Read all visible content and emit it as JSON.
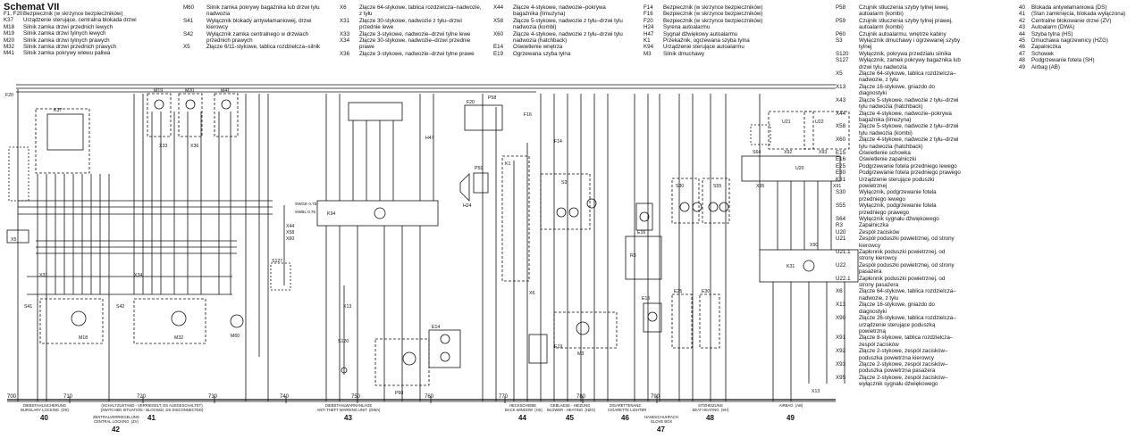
{
  "title": "Schemat VII",
  "legend_col1": [
    {
      "code": "F1, F20",
      "desc": "Bezpiecznik (w skrzynce bezpieczników)"
    },
    {
      "code": "K37",
      "desc": "Urządzenie sterujące, centralna blokada drzwi"
    },
    {
      "code": "M18",
      "desc": "Silnik zamka drzwi przednich lewych"
    },
    {
      "code": "M19",
      "desc": "Silnik zamka drzwi tylnych lewych"
    },
    {
      "code": "M20",
      "desc": "Silnik zamka drzwi tylnych prawych"
    },
    {
      "code": "M32",
      "desc": "Silnik zamka drzwi przednich prawych"
    },
    {
      "code": "M41",
      "desc": "Silnik zamka pokrywy wlewu paliwa"
    }
  ],
  "legend_col2": [
    {
      "code": "M60",
      "desc": "Silnik zamka pokrywy bagażnika lub drzwi tylu nadwozia"
    },
    {
      "code": "S41",
      "desc": "Wyłącznik blokady antywłamaniowej, drzwi kierowcy"
    },
    {
      "code": "S42",
      "desc": "Wyłącznik zamka centralnego w drzwiach przednich prawych"
    },
    {
      "code": "X5",
      "desc": "Złącze 6/11-stykowe, tablica rozdzielcza–silnik"
    }
  ],
  "legend_col3": [
    {
      "code": "X6",
      "desc": "Złącze 64-stykowe, tablica rozdzielcza–nadwozie, z tyłu"
    },
    {
      "code": "X31",
      "desc": "Złącze 30-stykowe, nadwozie z tyłu–drzwi przednie lewe"
    },
    {
      "code": "X33",
      "desc": "Złącze 3-stykowe, nadwozie–drzwi tylne lewe"
    },
    {
      "code": "X34",
      "desc": "Złącze 30-stykowe, nadwozie–drzwi przednie prawe"
    },
    {
      "code": "X36",
      "desc": "Złącze 3-stykowe, nadwozie–drzwi tylne prawe"
    }
  ],
  "legend_col4": [
    {
      "code": "X44",
      "desc": "Złącze 4-stykowe, nadwozie–pokrywa bagażnika (limuzyna)"
    },
    {
      "code": "X58",
      "desc": "Złącze 5-stykowe, nadwozie z tyłu–drzwi tylu nadwozia (kombi)"
    },
    {
      "code": "X60",
      "desc": "Złącze 4-stykowe, nadwozie z tyłu–drzwi tylu nadwozia (hatchback)"
    },
    {
      "code": "E14",
      "desc": "Oświetlenie wnętrza"
    },
    {
      "code": "E19",
      "desc": "Ogrzewana szyba tylna"
    }
  ],
  "legend_col5": [
    {
      "code": "F14",
      "desc": "Bezpiecznik (w skrzynce bezpieczników)"
    },
    {
      "code": "F16",
      "desc": "Bezpiecznik (w skrzynce bezpieczników)"
    },
    {
      "code": "F20",
      "desc": "Bezpiecznik (w skrzynce bezpieczników)"
    },
    {
      "code": "H24",
      "desc": "Syrena autoalarmu"
    },
    {
      "code": "H47",
      "desc": "Sygnał dźwiękowy autoalarmu"
    },
    {
      "code": "K1",
      "desc": "Przekaźnik, ogrzewana szyba tylna"
    },
    {
      "code": "K94",
      "desc": "Urządzenie sterujące autoalarmu"
    },
    {
      "code": "M3",
      "desc": "Silnik dmuchawy"
    }
  ],
  "legend_col6": [
    {
      "code": "P58",
      "desc": "Czujnik stłuczenia szyby tylnej lewej, autoalarm (kombi)"
    },
    {
      "code": "P59",
      "desc": "Czujnik stłuczenia szyby tylnej prawej, autoalarm (kombi)"
    },
    {
      "code": "P60",
      "desc": "Czujnik autoalarmu, wnętrze kabiny"
    },
    {
      "code": "S3",
      "desc": "Wyłącznik dmuchawy i ogrzewanej szyby tylnej"
    },
    {
      "code": "S120",
      "desc": "Wyłącznik, pokrywa przedziału silnika"
    },
    {
      "code": "S127",
      "desc": "Wyłącznik, zamek pokrywy bagażnika lub drzwi tylu nadwozia"
    },
    {
      "code": "X5",
      "desc": "Złącze 64-stykowe, tablica rozdzielcza–nadwozie, z tyłu"
    },
    {
      "code": "X13",
      "desc": "Złącze 16-stykowe, gniazdo do diagnostyki"
    },
    {
      "code": "X43",
      "desc": "Złącze 5-stykowe, nadwozie z tyłu–drzwi tylu nadwozia (hatchback)"
    },
    {
      "code": "X44",
      "desc": "Złącze 4-stykowe, nadwozie–pokrywa bagażnika (limuzyna)"
    },
    {
      "code": "X58",
      "desc": "Złącze 5-stykowe, nadwozie z tyłu–drzwi tylu nadwozia (kombi)"
    },
    {
      "code": "X60",
      "desc": "Złącze 4-stykowe, nadwozie z tyłu–drzwi tylu nadwozia (hatchback)"
    },
    {
      "code": "E15",
      "desc": "Oświetlenie schowka"
    },
    {
      "code": "E16",
      "desc": "Oświetlenie zapalniczki"
    },
    {
      "code": "E25",
      "desc": "Podgrzewanie fotela przedniego lewego"
    },
    {
      "code": "E30",
      "desc": "Podgrzewanie fotela przedniego prawego"
    },
    {
      "code": "K31",
      "desc": "Urządzenie sterujące poduszki powietrznej"
    },
    {
      "code": "S30",
      "desc": "Wyłącznik, podgrzewanie fotela przedniego lewego"
    },
    {
      "code": "S55",
      "desc": "Wyłącznik, podgrzewanie fotela przedniego prawego"
    },
    {
      "code": "S64",
      "desc": "Wyłącznik sygnału dźwiękowego"
    },
    {
      "code": "R3",
      "desc": "Zapalniczka"
    },
    {
      "code": "U20",
      "desc": "Zespół zacisków"
    },
    {
      "code": "U21",
      "desc": "Zespół poduszki powietrznej, od strony kierowcy"
    },
    {
      "code": "U21.1",
      "desc": "Zapłonnik poduszki powietrznej, od strony kierowcy"
    },
    {
      "code": "U22",
      "desc": "Zespół poduszki powietrznej, od strony pasażera"
    },
    {
      "code": "U22.1",
      "desc": "Zapłonnik poduszki powietrznej, od strony pasażera"
    },
    {
      "code": "X6",
      "desc": "Złącze 64-stykowe, tablica rozdzielcza–nadwozie, z tyłu"
    },
    {
      "code": "X13",
      "desc": "Złącze 16-stykowe, gniazdo do diagnostyki"
    },
    {
      "code": "X90",
      "desc": "Złącze 26-stykowe, tablica rozdzielcza–urządzenie sterujące poduszką powietrzną"
    },
    {
      "code": "X91",
      "desc": "Złącze 8-stykowe, tablica rozdzielcza–zespół zacisków"
    },
    {
      "code": "X92",
      "desc": "Złącze 2-stykowe, zespół zacisków–poduszka powietrzna kierowcy"
    },
    {
      "code": "X93",
      "desc": "Złącze 2-stykowe, zespół zacisków–poduszka powietrzna pasażera"
    },
    {
      "code": "X95",
      "desc": "Złącze 2-stykowe, zespół zacisków–wyłącznik sygnału dźwiękowego"
    }
  ],
  "legend_col7": [
    {
      "code": "40",
      "desc": "Blokada antywłamaniowa (DS)"
    },
    {
      "code": "41",
      "desc": "(Stan zamknięcia, blokada wyłączona)"
    },
    {
      "code": "42",
      "desc": "Centralne blokowanie drzwi (ZV)"
    },
    {
      "code": "43",
      "desc": "Autoalarm (DWA)"
    },
    {
      "code": "44",
      "desc": "Szyba tylna (HS)"
    },
    {
      "code": "45",
      "desc": "Dmuchawa nagrzewnicy (HZG)"
    },
    {
      "code": "46",
      "desc": "Zapalniczka"
    },
    {
      "code": "47",
      "desc": "Schowek"
    },
    {
      "code": "48",
      "desc": "Podgrzewanie fotela (SH)"
    },
    {
      "code": "49",
      "desc": "Airbag (AB)"
    }
  ],
  "components": {
    "f20": "F20",
    "k37": "K37",
    "m19": "M19",
    "m20": "M20",
    "m41": "M41",
    "s41": "S41",
    "m18": "M18",
    "s42": "S42",
    "m32": "M32",
    "m60": "M60",
    "s127": "S127",
    "x13": "X13",
    "s120": "S120",
    "k94": "K94",
    "h47": "H47",
    "f20b": "F20",
    "p58": "P58",
    "h24": "H24",
    "p59": "P59",
    "e14": "E14",
    "p60": "P60",
    "f16": "F16",
    "k1": "K1",
    "f14": "F14",
    "s3": "S3",
    "e19": "E19",
    "m3": "M3",
    "e16": "E16",
    "r3": "R3",
    "e15": "E15",
    "s30": "S30",
    "s55": "S55",
    "e25": "E25",
    "e30": "E30",
    "s64": "S64",
    "u20": "U20",
    "u21": "U21",
    "u22": "U22",
    "k31": "K31",
    "x13b": "X13",
    "x90": "X90",
    "x92": "X92",
    "x93": "X93",
    "x95": "X95",
    "x91": "X91",
    "x31": "X31",
    "x34": "X34",
    "x33": "X33",
    "x36": "X36",
    "x44": "X44",
    "x58": "X58",
    "x60": "X60",
    "x6": "X6",
    "x5": "X5"
  },
  "bus_labels": {
    "swge": "SWGE 0.75",
    "swbl": "SWBL 0.75"
  },
  "scale": {
    "start": "700",
    "ticks": [
      "710",
      "720",
      "730",
      "740",
      "750",
      "760",
      "770",
      "780",
      "790"
    ]
  },
  "sections": [
    {
      "num": "40",
      "text": "DIEBSTAHLSICHERUNG\nBURGLARY LOCKING  (DS)"
    },
    {
      "num": "41",
      "text": "(SCHALTZUSTAND - VERRIEGELT, DS AUSGESCHALTET)\n(SWITCHED SITUATION - BLOCKED, DS DISCONNECTED)"
    },
    {
      "num": "42",
      "text": "ZENTRALVERRIEGELUNG\nCENTRAL LOCKING  (ZV)"
    },
    {
      "num": "43",
      "text": "DIEBSTAHLWARNANLAGE\nANTI THEFT WARNING UNIT  (DWA)"
    },
    {
      "num": "44",
      "text": "HECKSCHEIBE\nBACK WINDOW  (HS)"
    },
    {
      "num": "45",
      "text": "GEBLAESE - HEIZUNG\nBLOWER - HEATING  (HZG)"
    },
    {
      "num": "46",
      "text": "ZIGARETTENANZ.\nCIGARETTE LIGHTER"
    },
    {
      "num": "47",
      "text": "HANDSCHUHFACH\nGLOVE BOX"
    },
    {
      "num": "48",
      "text": "SITZHEIZUNG\nSEAT HEATING  (SH)"
    },
    {
      "num": "49",
      "text": "AIRBAG  (AB)"
    }
  ]
}
